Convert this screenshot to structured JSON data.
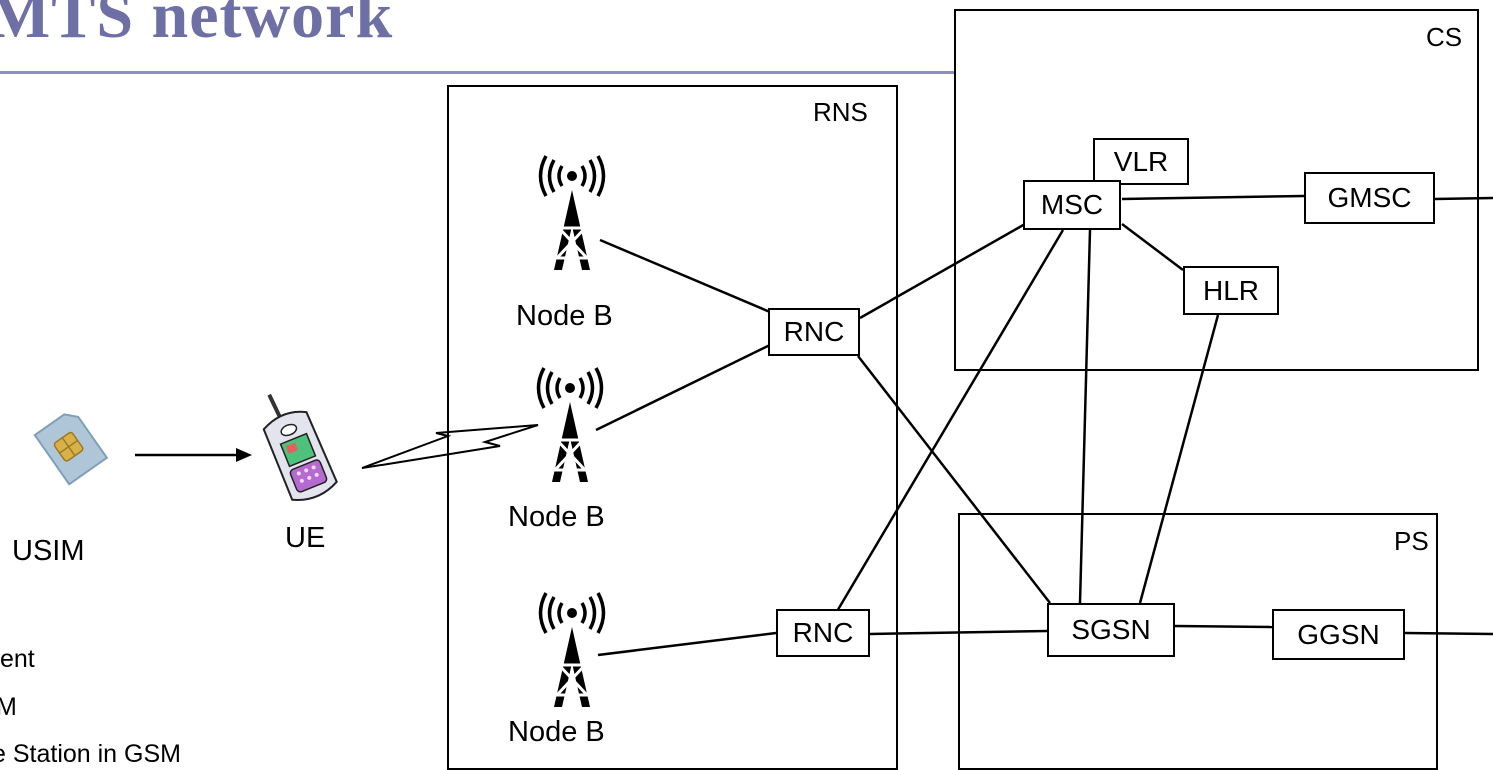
{
  "title": "MTS network",
  "regions": {
    "rns": "RNS",
    "cs": "CS",
    "ps": "PS"
  },
  "nodes": {
    "vlr": "VLR",
    "msc": "MSC",
    "gmsc": "GMSC",
    "hlr": "HLR",
    "rnc_top": "RNC",
    "rnc_bottom": "RNC",
    "sgsn": "SGSN",
    "ggsn": "GGSN"
  },
  "labels": {
    "node_b_1": "Node B",
    "node_b_2": "Node B",
    "node_b_3": "Node B",
    "usim": "USIM",
    "ue": "UE"
  },
  "bullets": [
    "ent",
    "M",
    "e Station in GSM"
  ],
  "colors": {
    "title": "#6d6fa5",
    "rule": "#8d8fbc",
    "lines": "#000000"
  }
}
